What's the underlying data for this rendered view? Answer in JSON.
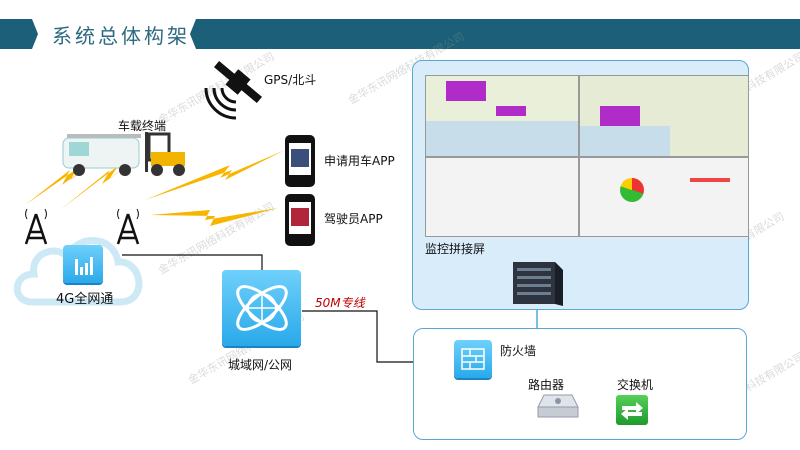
{
  "header": {
    "title": "系统总体构架"
  },
  "labels": {
    "gps": "GPS/北斗",
    "vehicle_terminal": "车载终端",
    "apply_app": "申请用车APP",
    "driver_app": "驾驶员APP",
    "network_4g": "4G全网通",
    "city_network": "城域网/公网",
    "dedicated_line": "50M专线",
    "monitor_wall": "监控拼接屏",
    "firewall": "防火墙",
    "router": "路由器",
    "switch": "交换机"
  },
  "watermark": "金华东讯网络科技有限公司",
  "colors": {
    "header": "#1b5f78",
    "panel": "#d9ecf9",
    "accent_line": "#c00000",
    "lightning": "#f7b500"
  }
}
